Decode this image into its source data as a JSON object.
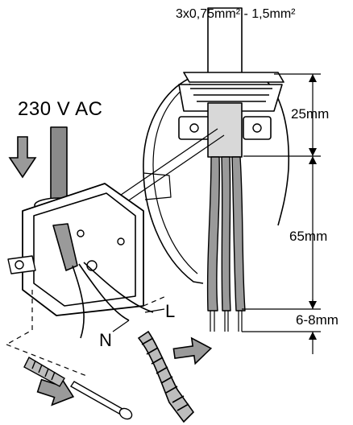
{
  "labels": {
    "voltage": "230 V AC",
    "wire_gauge": "3x0,75mm² - 1,5mm²",
    "dimensions": [
      "25mm",
      "65mm",
      "6-8mm"
    ],
    "wire_live": "L",
    "wire_neutral": "N"
  },
  "colors": {
    "line": "#000000",
    "wire_insulation": "#9a9a9a",
    "cable_sheath": "#8a8a8a",
    "shading": "#bdbdbd",
    "background": "#ffffff"
  },
  "icons": [
    "arrow-down-icon",
    "arrow-right-icon"
  ]
}
